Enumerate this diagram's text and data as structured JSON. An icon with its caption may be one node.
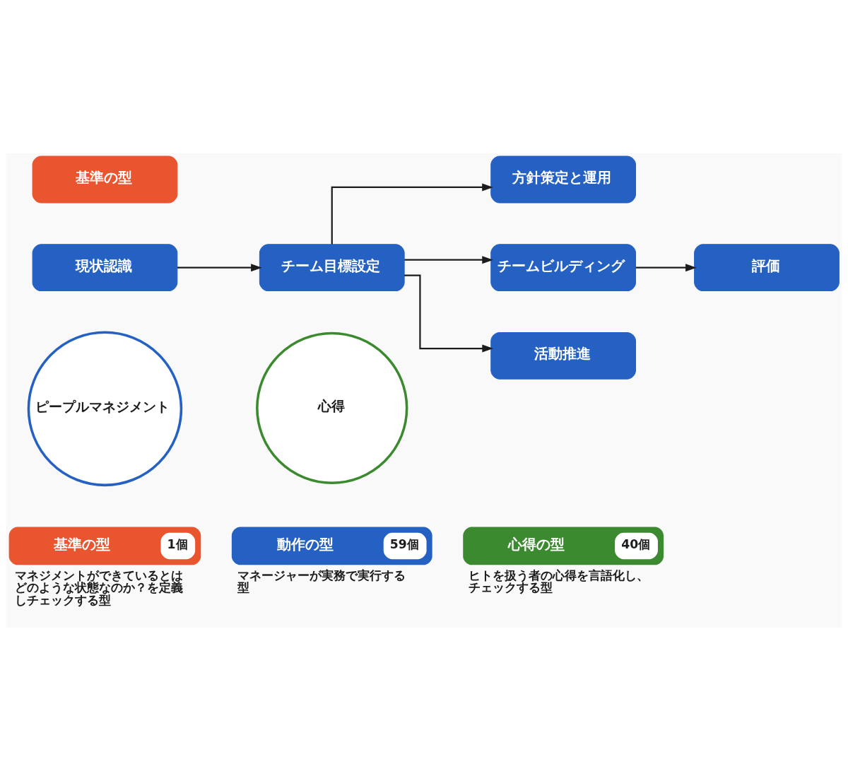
{
  "diagram": {
    "nodes": [
      {
        "text": [
          "基準の型"
        ]
      },
      {
        "text": [
          "現状認識"
        ]
      },
      {
        "text": [
          "チーム目標設定"
        ]
      },
      {
        "text": [
          "方針策定と運用"
        ]
      },
      {
        "text": [
          "チームビルディング"
        ]
      },
      {
        "text": [
          "評価"
        ]
      },
      {
        "text": [
          "活動推進"
        ]
      },
      {
        "text": [
          "ピープルマネジメント"
        ]
      },
      {
        "text": [
          "心得"
        ]
      },
      {
        "text": [
          "基準の型",
          "1個"
        ],
        "beside": [
          "マネジメントができているとはどのような状態なのか？を定義しチェックする型"
        ]
      },
      {
        "text": [
          "動作の型",
          "59個"
        ],
        "beside": [
          "マネージャーが実務で実行する型"
        ]
      },
      {
        "text": [
          "心得の型",
          "40個"
        ],
        "beside": [
          "ヒトを扱う者の心得を言語化し、チェックする型"
        ]
      }
    ],
    "edges": [
      {
        "from": 1,
        "to": 2,
        "arrow": "to"
      },
      {
        "from": 2,
        "to": 3,
        "arrow": "to"
      },
      {
        "from": 2,
        "to": 4,
        "arrow": "to"
      },
      {
        "from": 2,
        "to": 6,
        "arrow": "to"
      },
      {
        "from": 4,
        "to": 5,
        "arrow": "to"
      }
    ]
  }
}
